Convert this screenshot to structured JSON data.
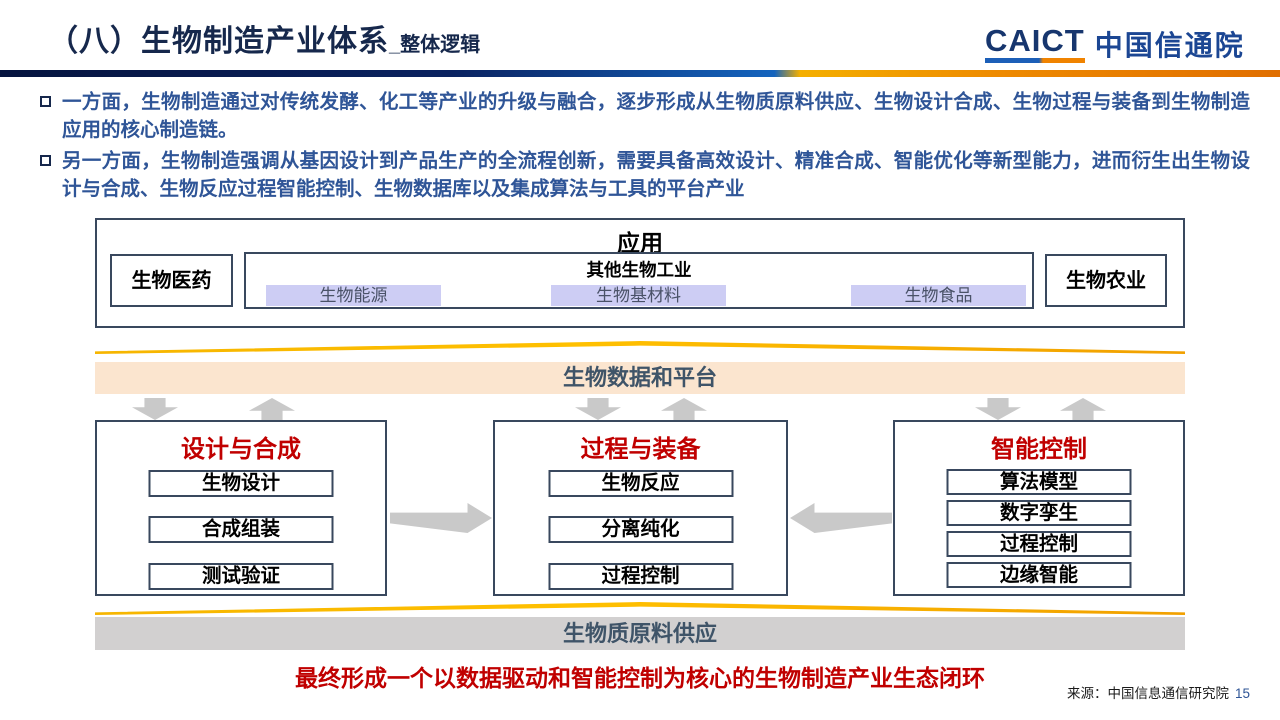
{
  "header": {
    "title": "（八）生物制造产业体系",
    "subtitle": "_整体逻辑",
    "logo": {
      "acronym": "CAICT",
      "name": "中国信通院"
    }
  },
  "bullets": [
    "一方面，生物制造通过对传统发酵、化工等产业的升级与融合，逐步形成从生物质原料供应、生物设计合成、生物过程与装备到生物制造应用的核心制造链。",
    "另一方面，生物制造强调从基因设计到产品生产的全流程创新，需要具备高效设计、精准合成、智能优化等新型能力，进而衍生出生物设计与合成、生物反应过程智能控制、生物数据库以及集成算法与工具的平台产业"
  ],
  "diagram": {
    "application": {
      "title": "应用",
      "left_box": "生物医药",
      "center_box": {
        "title": "其他生物工业",
        "items": [
          "生物能源",
          "生物基材料",
          "生物食品"
        ]
      },
      "right_box": "生物农业"
    },
    "data_platform_bar": "生物数据和平台",
    "columns": [
      {
        "title": "设计与合成",
        "items": [
          "生物设计",
          "合成组装",
          "测试验证"
        ]
      },
      {
        "title": "过程与装备",
        "items": [
          "生物反应",
          "分离纯化",
          "过程控制"
        ]
      },
      {
        "title": "智能控制",
        "items": [
          "算法模型",
          "数字孪生",
          "过程控制",
          "边缘智能"
        ]
      }
    ],
    "supply_bar": "生物质原料供应"
  },
  "conclusion": "最终形成一个以数据驱动和智能控制为核心的生物制造产业生态闭环",
  "footer": {
    "source": "来源：中国信息通信研究院",
    "page_number": "15"
  },
  "colors": {
    "title_navy": "#16284C",
    "bullet_blue": "#2F5597",
    "accent_red": "#C00000",
    "platform_band_peach": "#FBE5CF",
    "supply_bar_gray": "#D2D0D0",
    "highlight_lavender": "#CDCDF4",
    "gold": "#FFC000",
    "box_border_slate": "#39485E",
    "arrow_gray": "#C9C9C9",
    "logo_blue": "#17366E",
    "logo_orange": "#F08300"
  }
}
